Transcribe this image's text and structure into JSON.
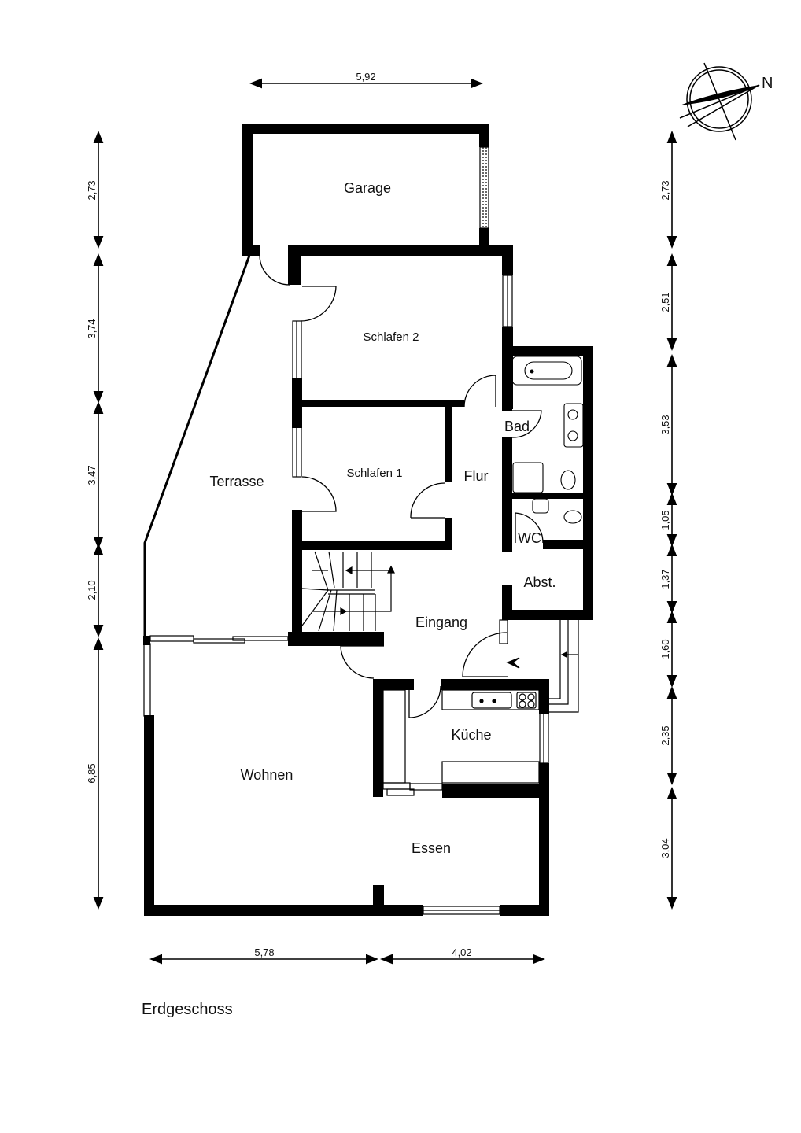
{
  "plan": {
    "title": "Erdgeschoss",
    "compass": {
      "label": "N",
      "icon": "north-arrow-icon"
    },
    "rooms": {
      "garage": "Garage",
      "schlafen2": "Schlafen 2",
      "schlafen1": "Schlafen 1",
      "terrasse": "Terrasse",
      "flur": "Flur",
      "bad": "Bad",
      "wc": "WC",
      "abst": "Abst.",
      "eingang": "Eingang",
      "kueche": "Küche",
      "wohnen": "Wohnen",
      "essen": "Essen"
    },
    "dimensions": {
      "top": [
        "5,92"
      ],
      "bottom": [
        "5,78",
        "4,02"
      ],
      "left": [
        "2,73",
        "3,74",
        "3,47",
        "2,10",
        "6,85"
      ],
      "right": [
        "2,73",
        "2,51",
        "3,53",
        "1,05",
        "1,37",
        "1,60",
        "2,35",
        "3,04"
      ]
    },
    "colors": {
      "wall": "#000000",
      "background": "#ffffff",
      "text": "#111111"
    }
  }
}
